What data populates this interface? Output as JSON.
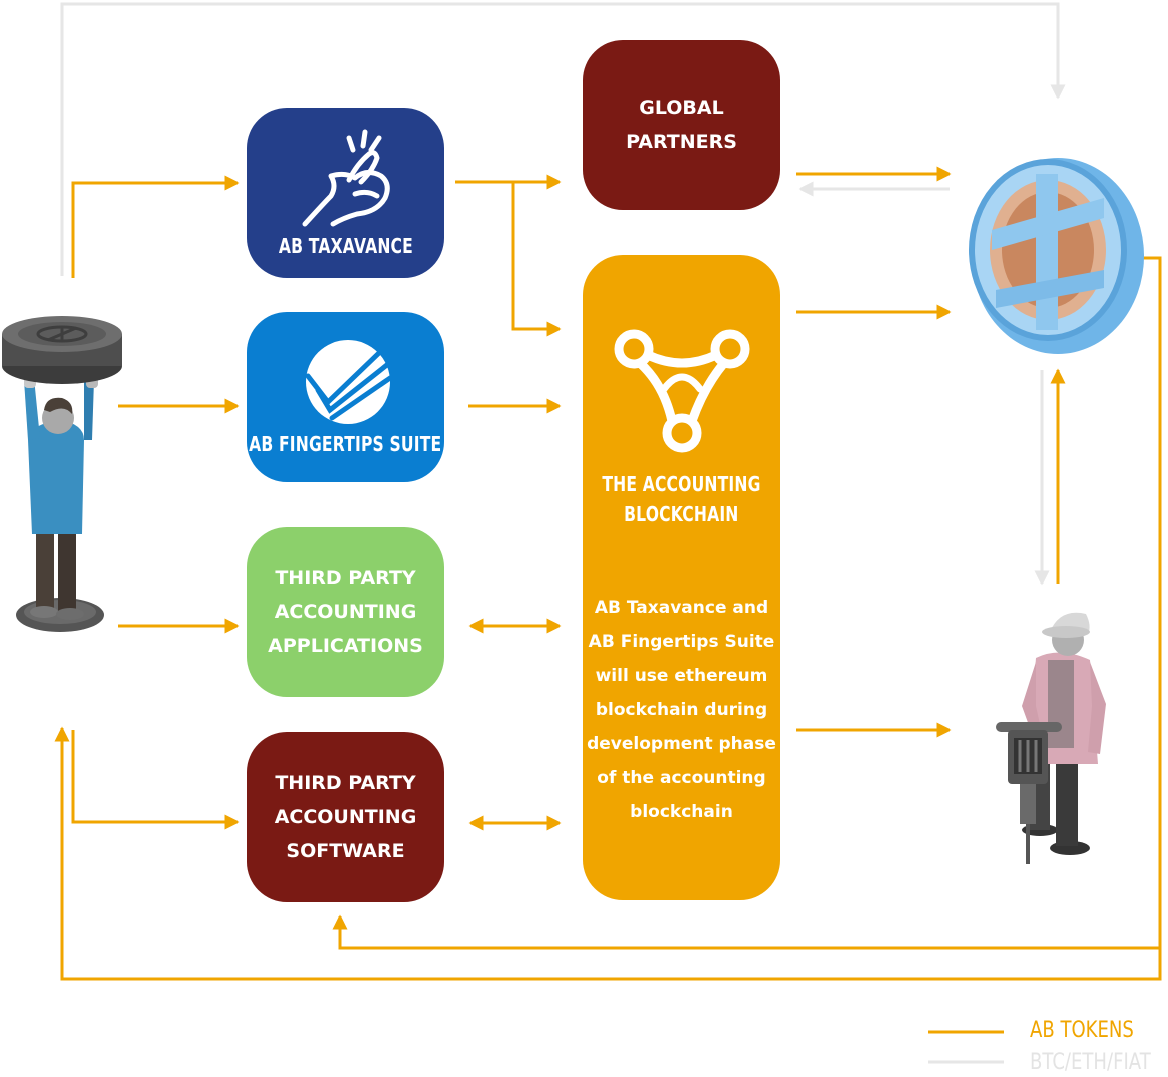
{
  "colors": {
    "ab_tokens_line": "#f0a500",
    "btc_line": "#e6e6e6",
    "taxavance": "#243f8a",
    "fingertips": "#0a7ed1",
    "third_party_apps": "#8cd06b",
    "third_party_software": "#7a1a14",
    "global_partners": "#7a1a14",
    "blockchain": "#f0a500"
  },
  "nodes": {
    "taxavance": {
      "label": "AB TAXAVANCE",
      "icon": "snapping-hand-icon"
    },
    "fingertips": {
      "label": "AB FINGERTIPS SUITE",
      "icon": "checkmark-globe-icon"
    },
    "third_party_apps": {
      "label_lines": [
        "THIRD PARTY",
        "ACCOUNTING",
        "APPLICATIONS"
      ]
    },
    "third_party_software": {
      "label_lines": [
        "THIRD PARTY",
        "ACCOUNTING",
        "SOFTWARE"
      ]
    },
    "global_partners": {
      "label_lines": [
        "GLOBAL",
        "PARTNERS"
      ]
    },
    "blockchain": {
      "title_lines": [
        "THE ACCOUNTING",
        "BLOCKCHAIN"
      ],
      "icon": "blockchain-network-icon",
      "description_lines": [
        "AB Taxavance and",
        "AB Fingertips Suite",
        "will use ethereum",
        "blockchain during",
        "development phase",
        "of the accounting",
        "blockchain"
      ]
    },
    "ab_token": {
      "icon": "ab-token-logo-icon"
    },
    "user": {
      "icon": "person-holding-coin-icon"
    },
    "miner": {
      "icon": "miner-with-jackhammer-icon"
    }
  },
  "legend": {
    "ab_tokens": "AB TOKENS",
    "btc_eth_fiat": "BTC/ETH/FIAT"
  }
}
